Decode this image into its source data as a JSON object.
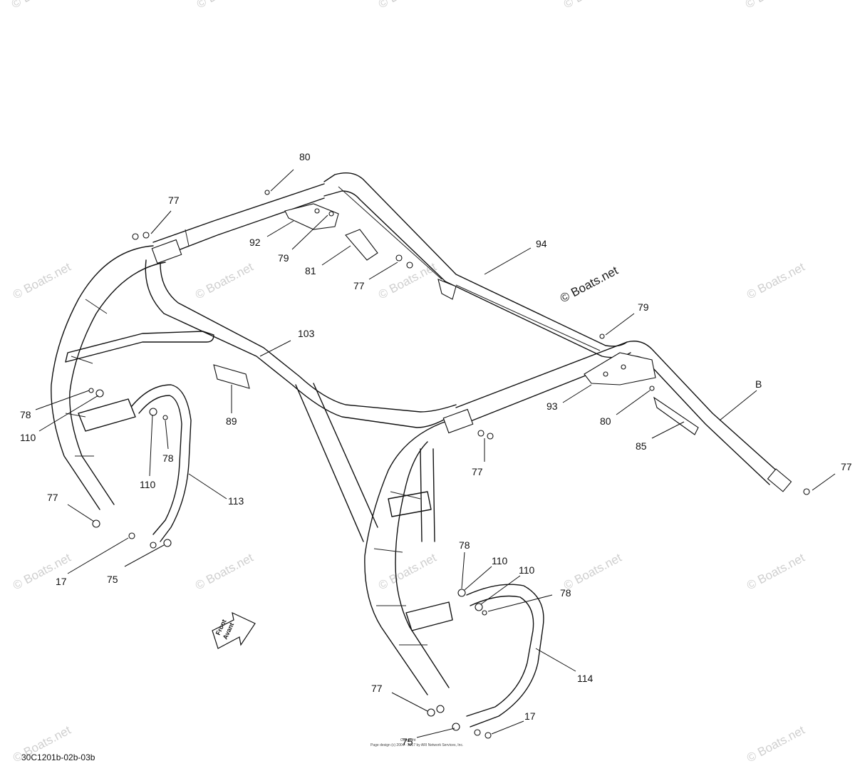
{
  "watermark": {
    "text": "© Boats.net",
    "instances": 16
  },
  "copyright_mark": "© Boats.net",
  "callouts": [
    {
      "id": "c80a",
      "label": "80"
    },
    {
      "id": "c77a",
      "label": "77"
    },
    {
      "id": "c92",
      "label": "92"
    },
    {
      "id": "c79a",
      "label": "79"
    },
    {
      "id": "c81",
      "label": "81"
    },
    {
      "id": "c77b",
      "label": "77"
    },
    {
      "id": "c94",
      "label": "94"
    },
    {
      "id": "c79b",
      "label": "79"
    },
    {
      "id": "c103",
      "label": "103"
    },
    {
      "id": "cB",
      "label": "B"
    },
    {
      "id": "c93",
      "label": "93"
    },
    {
      "id": "c80b",
      "label": "80"
    },
    {
      "id": "c85",
      "label": "85"
    },
    {
      "id": "c77c",
      "label": "77"
    },
    {
      "id": "c89",
      "label": "89"
    },
    {
      "id": "c77d",
      "label": "77"
    },
    {
      "id": "c78a",
      "label": "78"
    },
    {
      "id": "c110a",
      "label": "110"
    },
    {
      "id": "c78b",
      "label": "78"
    },
    {
      "id": "c110b",
      "label": "110"
    },
    {
      "id": "c113",
      "label": "113"
    },
    {
      "id": "c77e",
      "label": "77"
    },
    {
      "id": "c17a",
      "label": "17"
    },
    {
      "id": "c75a",
      "label": "75"
    },
    {
      "id": "c78c",
      "label": "78"
    },
    {
      "id": "c110c",
      "label": "110"
    },
    {
      "id": "c110d",
      "label": "110"
    },
    {
      "id": "c78d",
      "label": "78"
    },
    {
      "id": "c114",
      "label": "114"
    },
    {
      "id": "c77f",
      "label": "77"
    },
    {
      "id": "c17b",
      "label": "17"
    },
    {
      "id": "c75b",
      "label": "75"
    }
  ],
  "front_arrow": {
    "line1": "Front",
    "line2": "Avant"
  },
  "diagram_code": "30C1201b-02b-03b",
  "footer": {
    "line1": "Copyright",
    "line2": "Page design (c) 2004 - 2017 by ARI Network Services, Inc."
  }
}
